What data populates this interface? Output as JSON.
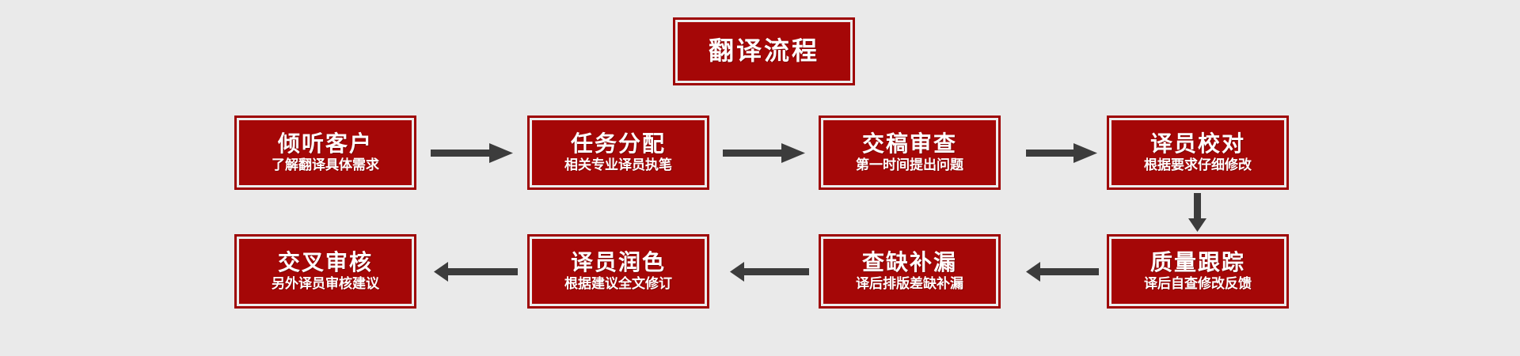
{
  "diagram": {
    "title": "翻译流程",
    "background_color": "#eaeaea",
    "box_color": "#a50707",
    "box_border_color": "#9e0505",
    "text_color": "#ffffff",
    "arrow_color": "#3c3c3c",
    "header": {
      "label": "翻译流程"
    },
    "steps": [
      {
        "id": 1,
        "title": "倾听客户",
        "subtitle": "了解翻译具体需求"
      },
      {
        "id": 2,
        "title": "任务分配",
        "subtitle": "相关专业译员执笔"
      },
      {
        "id": 3,
        "title": "交稿审查",
        "subtitle": "第一时间提出问题"
      },
      {
        "id": 4,
        "title": "译员校对",
        "subtitle": "根据要求仔细修改"
      },
      {
        "id": 5,
        "title": "质量跟踪",
        "subtitle": "译后自查修改反馈"
      },
      {
        "id": 6,
        "title": "查缺补漏",
        "subtitle": "译后排版差缺补漏"
      },
      {
        "id": 7,
        "title": "译员润色",
        "subtitle": "根据建议全文修订"
      },
      {
        "id": 8,
        "title": "交叉审核",
        "subtitle": "另外译员审核建议"
      }
    ],
    "connectors": [
      {
        "id": "a1",
        "from": 1,
        "to": 2,
        "direction": "right"
      },
      {
        "id": "a2",
        "from": 2,
        "to": 3,
        "direction": "right"
      },
      {
        "id": "a3",
        "from": 3,
        "to": 4,
        "direction": "right"
      },
      {
        "id": "a4",
        "from": 4,
        "to": 5,
        "direction": "down"
      },
      {
        "id": "a5",
        "from": 5,
        "to": 6,
        "direction": "left"
      },
      {
        "id": "a6",
        "from": 6,
        "to": 7,
        "direction": "left"
      },
      {
        "id": "a7",
        "from": 7,
        "to": 8,
        "direction": "left"
      }
    ]
  }
}
